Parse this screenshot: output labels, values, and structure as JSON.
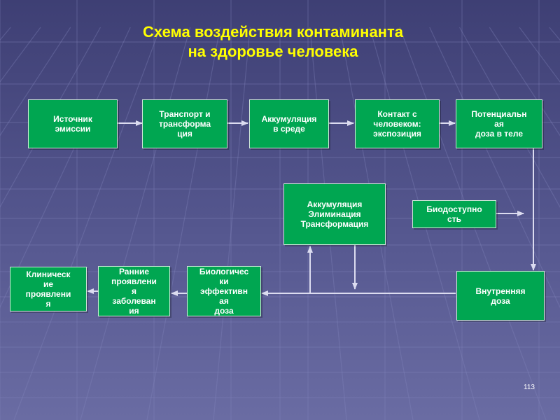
{
  "title": {
    "line1": "Схема воздействия контаминанта",
    "line2": "на здоровье человека"
  },
  "boxes": {
    "source": "Источник\nэмиссии",
    "transport": "Транспорт и\nтрансформа\nция",
    "accumulation_env": "Аккумуляция\nв среде",
    "contact": "Контакт с\nчеловеком:\nэкспозиция",
    "potential_dose": "Потенциальн\nая\nдоза в теле",
    "body_processes": "Аккумуляция\nЭлиминация\nТрансформация",
    "bioavailability": "Биодоступно\nсть",
    "internal_dose": "Внутренняя\nдоза",
    "bio_effective_dose": "Биологичес\nки\nэффективн\nая\nдоза",
    "early_signs": "Ранние\nпроявлени\nя\nзаболеван\nия",
    "clinical_signs": "Клиническ\nие\nпроявлени\nя"
  },
  "page_number": "113",
  "colors": {
    "background": "#4e4f86",
    "box_fill": "#00a651",
    "box_text": "#ffffff",
    "title_text": "#ffff00",
    "arrow": "#dcdcf0"
  }
}
